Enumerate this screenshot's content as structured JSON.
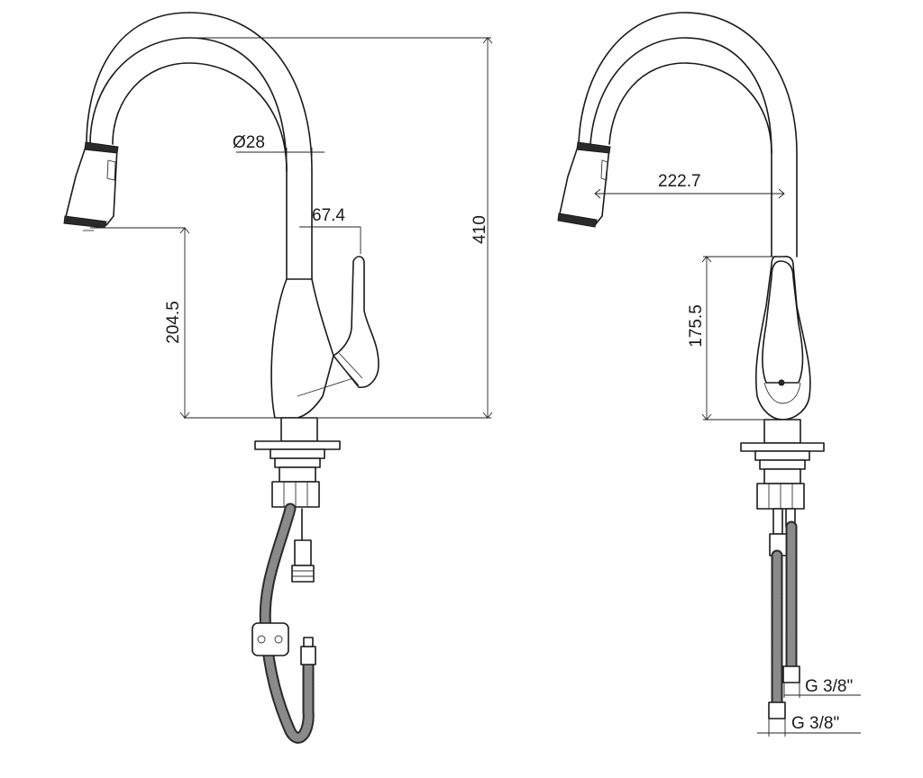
{
  "dimensions": {
    "left_view": {
      "spout_diameter": "Ø28",
      "handle_offset": "67.4",
      "outlet_height": "204.5",
      "total_height": "410"
    },
    "right_view": {
      "spout_reach": "222.7",
      "handle_height": "175.5",
      "thread_upper": "G 3/8\"",
      "thread_lower": "G 3/8\""
    }
  }
}
